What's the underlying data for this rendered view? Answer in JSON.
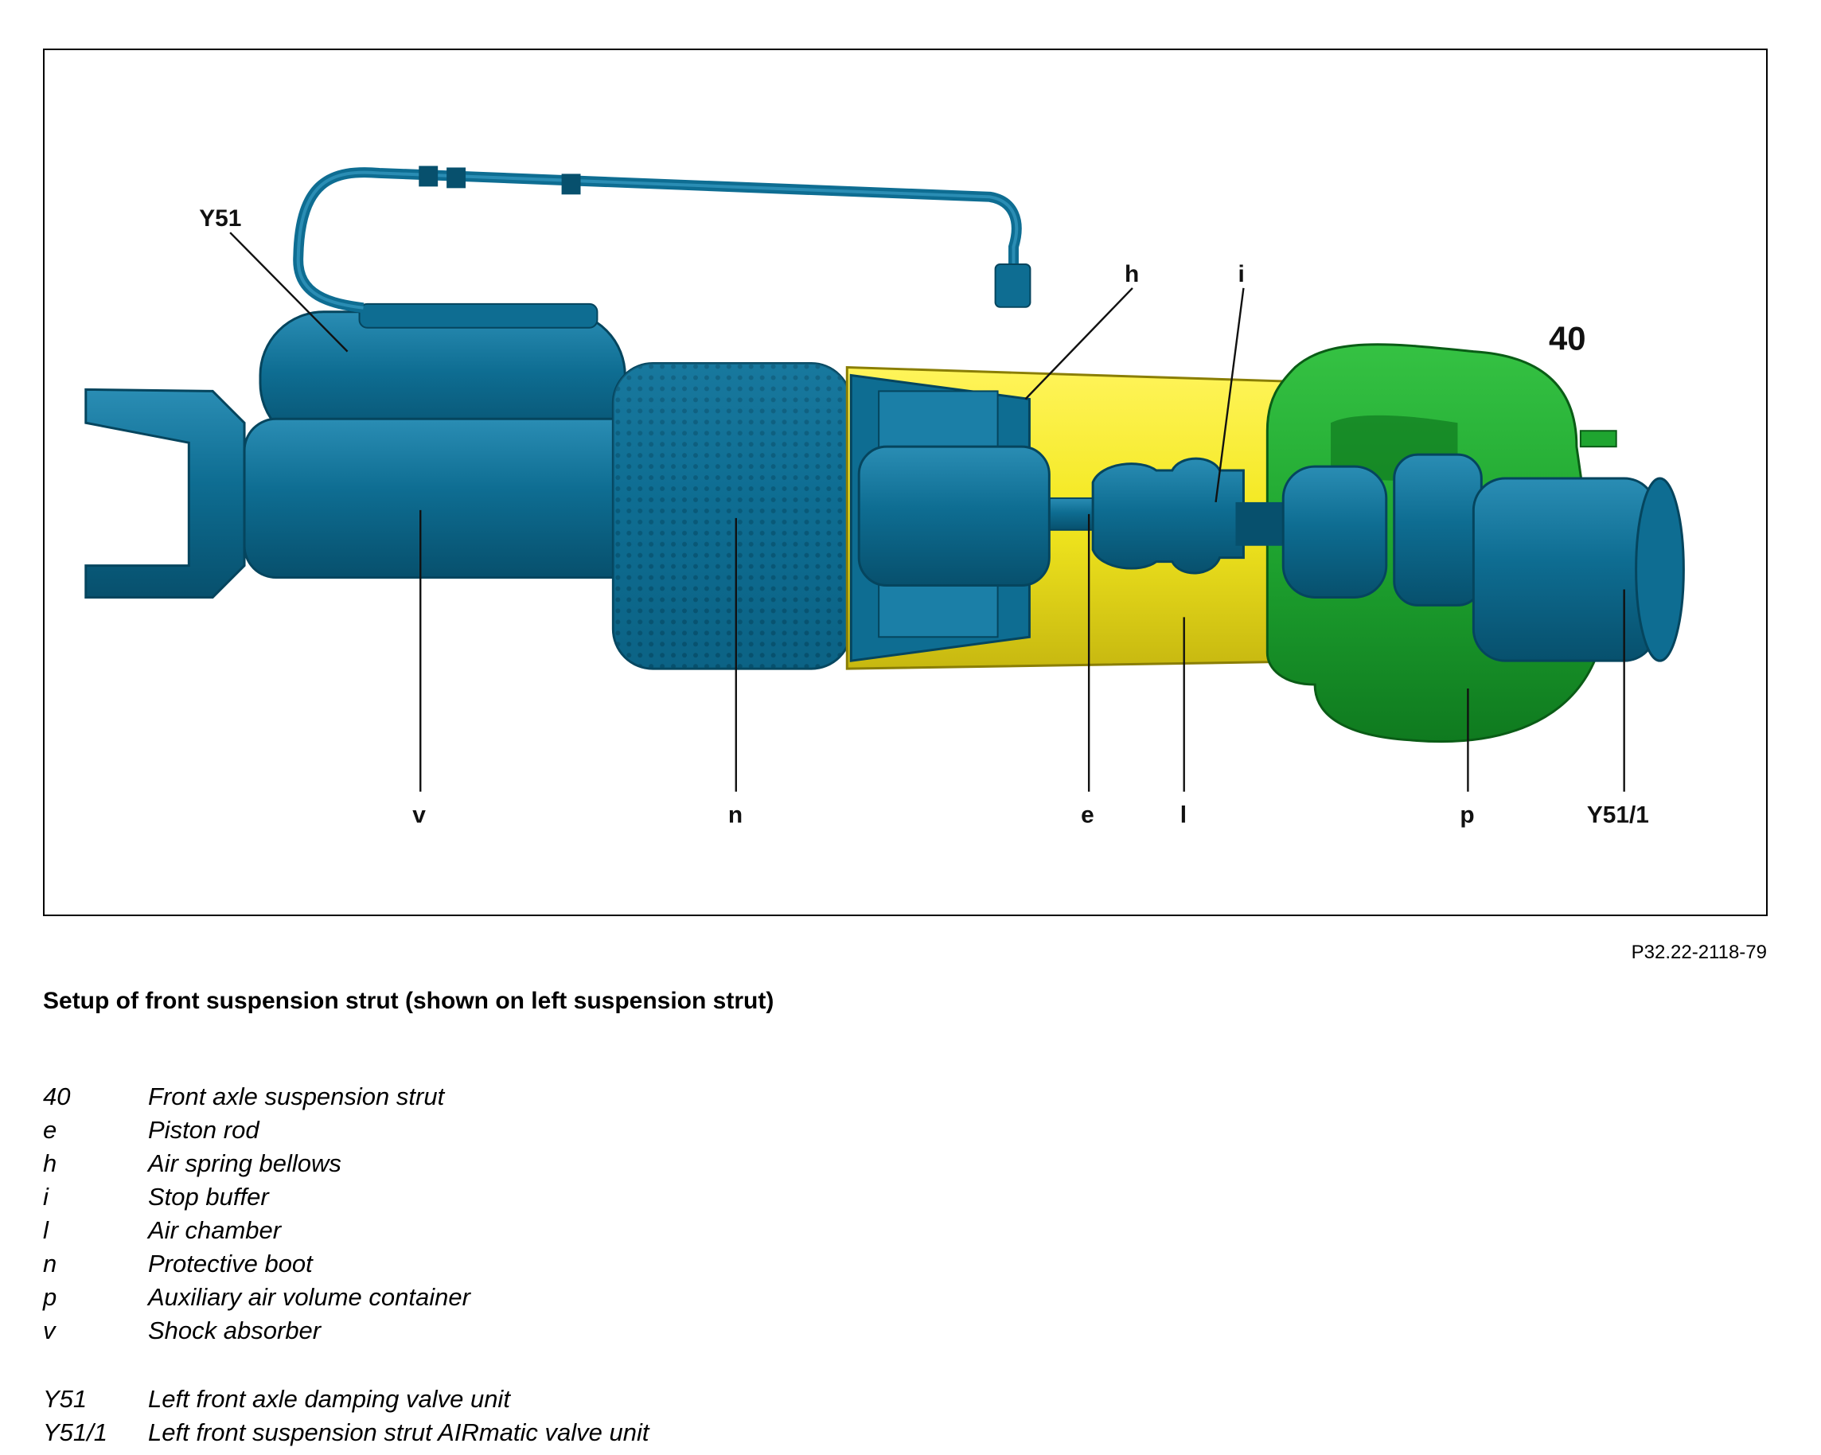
{
  "figure": {
    "code": "P32.22-2118-79",
    "callouts": {
      "y51": "Y51",
      "h": "h",
      "i": "i",
      "c40": "40",
      "v": "v",
      "n": "n",
      "e": "e",
      "l": "l",
      "p": "p",
      "y51_1": "Y51/1"
    },
    "colors": {
      "steel_blue": "#0e6d92",
      "steel_dark": "#07506d",
      "steel_light": "#2a8db4",
      "bellows_yellow": "#f3e81f",
      "container_green": "#1fa530",
      "container_dark": "#0f7a1f",
      "frame": "#000000"
    }
  },
  "caption": {
    "title": "Setup of front suspension strut (shown on left suspension strut)"
  },
  "legend": [
    {
      "key": "40",
      "label": "Front axle suspension strut"
    },
    {
      "key": "e",
      "label": "Piston rod"
    },
    {
      "key": "h",
      "label": "Air spring bellows"
    },
    {
      "key": "i",
      "label": "Stop buffer"
    },
    {
      "key": "l",
      "label": "Air chamber"
    },
    {
      "key": "n",
      "label": "Protective boot"
    },
    {
      "key": "p",
      "label": "Auxiliary air volume container"
    },
    {
      "key": "v",
      "label": "Shock absorber"
    }
  ],
  "legend_valves": [
    {
      "key": "Y51",
      "label": "Left front axle damping valve unit"
    },
    {
      "key": "Y51/1",
      "label": "Left front suspension strut AIRmatic valve unit"
    }
  ]
}
